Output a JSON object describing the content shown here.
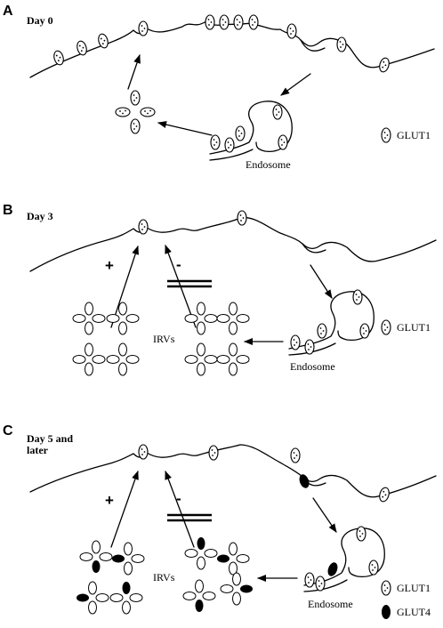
{
  "panels": [
    {
      "letter": "A",
      "title": "Day 0",
      "endosome_label": "Endosome",
      "legend": [
        "GLUT1"
      ]
    },
    {
      "letter": "B",
      "title": "Day 3",
      "plus_sign": "+",
      "minus_sign": "-",
      "irv_label": "IRVs",
      "endosome_label": "Endosome",
      "legend": [
        "GLUT1"
      ]
    },
    {
      "letter": "C",
      "title_lines": [
        "Day 5 and",
        "later"
      ],
      "plus_sign": "+",
      "minus_sign": "-",
      "irv_label": "IRVs",
      "endosome_label": "Endosome",
      "legend": [
        "GLUT1",
        "GLUT4"
      ]
    }
  ],
  "icons": {
    "glut1": "speckled-oval-icon",
    "glut4": "black-oval-icon"
  },
  "colors": {
    "line": "#000000",
    "background": "#ffffff",
    "glut1_fill": "#ffffff",
    "glut4_fill": "#000000"
  }
}
